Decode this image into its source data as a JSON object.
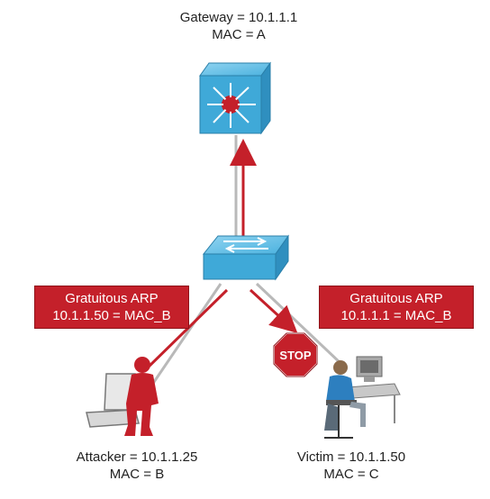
{
  "gateway": {
    "ip": "Gateway = 10.1.1.1",
    "mac": "MAC = A"
  },
  "attacker": {
    "ip": "Attacker = 10.1.1.25",
    "mac": "MAC = B"
  },
  "victim": {
    "ip": "Victim = 10.1.1.50",
    "mac": "MAC = C"
  },
  "arp_to_gateway": {
    "title": "Gratuitous ARP",
    "entry": "10.1.1.50 = MAC_B"
  },
  "arp_to_victim": {
    "title": "Gratuitous ARP",
    "entry": "10.1.1.1 = MAC_B"
  },
  "stop_sign": "STOP",
  "colors": {
    "device_blue": "#3fa9d8",
    "attack_red": "#c4202a",
    "link_gray": "#b9b9b9"
  }
}
